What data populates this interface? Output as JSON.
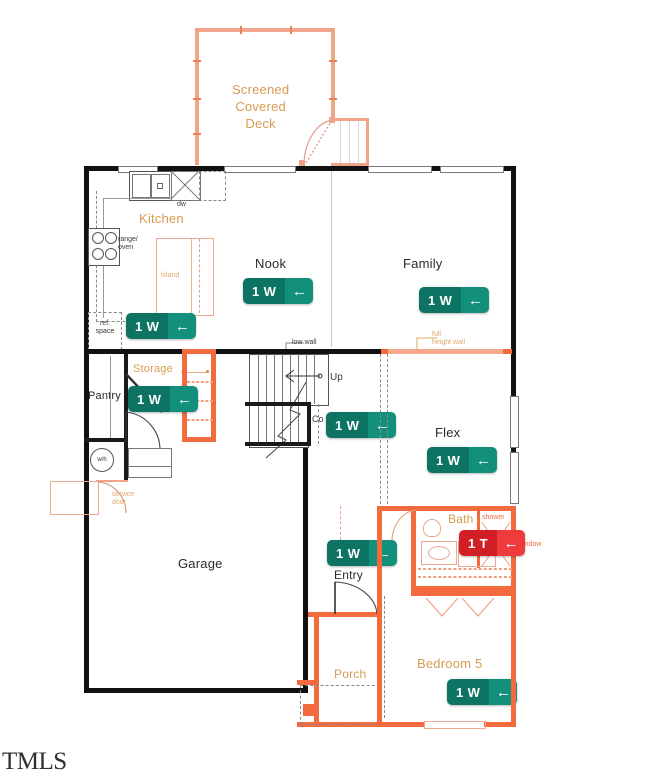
{
  "document": {
    "type": "floor-plan",
    "watermark": "TMLS"
  },
  "rooms": [
    {
      "id": "screened-covered-deck",
      "label_lines": [
        "Screened",
        "Covered",
        "Deck"
      ],
      "label": "Screened Covered Deck",
      "style": "orange"
    },
    {
      "id": "kitchen",
      "label": "Kitchen",
      "style": "orange"
    },
    {
      "id": "nook",
      "label": "Nook",
      "style": "dark"
    },
    {
      "id": "family",
      "label": "Family",
      "style": "dark"
    },
    {
      "id": "flex",
      "label": "Flex",
      "style": "dark"
    },
    {
      "id": "pantry",
      "label": "Pantry",
      "style": "dark"
    },
    {
      "id": "garage",
      "label": "Garage",
      "style": "dark"
    },
    {
      "id": "entry",
      "label": "Entry",
      "style": "dark"
    },
    {
      "id": "porch",
      "label": "Porch",
      "style": "orange"
    },
    {
      "id": "bath",
      "label": "Bath",
      "style": "orange"
    },
    {
      "id": "bedroom5",
      "label": "Bedroom 5",
      "style": "orange"
    },
    {
      "id": "storage",
      "label": "Storage",
      "style": "orange"
    }
  ],
  "annotations": [
    {
      "id": "dw",
      "text": "dw"
    },
    {
      "id": "range-oven",
      "text": "range/\noven",
      "line1": "range/",
      "line2": "oven"
    },
    {
      "id": "ref-space",
      "text": "ref.\nspace",
      "line1": "ref.",
      "line2": "space"
    },
    {
      "id": "island",
      "text": "island"
    },
    {
      "id": "low-wall",
      "text": "low wall"
    },
    {
      "id": "full-height-wall",
      "line1": "full",
      "line2": "height wall"
    },
    {
      "id": "up",
      "text": "Up"
    },
    {
      "id": "coats",
      "text": "Co"
    },
    {
      "id": "water-heater",
      "text": "w/h"
    },
    {
      "id": "service-door",
      "line1": "service",
      "line2": "door"
    },
    {
      "id": "shower",
      "text": "shower"
    },
    {
      "id": "window",
      "text": "window"
    }
  ],
  "badges": [
    {
      "id": "badge-kitchen",
      "room": "Kitchen",
      "text": "1 W",
      "arrow": "←",
      "color": "teal",
      "colors": {
        "text_bg": "#0d7363",
        "arrow_bg": "#12907c"
      }
    },
    {
      "id": "badge-nook",
      "room": "Nook",
      "text": "1 W",
      "arrow": "←",
      "color": "teal",
      "colors": {
        "text_bg": "#0d7363",
        "arrow_bg": "#12907c"
      }
    },
    {
      "id": "badge-family",
      "room": "Family",
      "text": "1 W",
      "arrow": "←",
      "color": "teal",
      "colors": {
        "text_bg": "#0d7363",
        "arrow_bg": "#12907c"
      }
    },
    {
      "id": "badge-storage",
      "room": "Storage",
      "text": "1 W",
      "arrow": "←",
      "color": "teal",
      "colors": {
        "text_bg": "#0d7363",
        "arrow_bg": "#12907c"
      }
    },
    {
      "id": "badge-stairs",
      "room": "Stairs",
      "text": "1 W",
      "arrow": "←",
      "color": "teal",
      "colors": {
        "text_bg": "#0d7363",
        "arrow_bg": "#12907c"
      }
    },
    {
      "id": "badge-flex",
      "room": "Flex",
      "text": "1 W",
      "arrow": "←",
      "color": "teal",
      "colors": {
        "text_bg": "#0d7363",
        "arrow_bg": "#12907c"
      }
    },
    {
      "id": "badge-entry",
      "room": "Entry",
      "text": "1 W",
      "arrow": "←",
      "color": "teal",
      "colors": {
        "text_bg": "#0d7363",
        "arrow_bg": "#12907c"
      }
    },
    {
      "id": "badge-bath",
      "room": "Bath",
      "text": "1 T",
      "arrow": "←",
      "color": "red",
      "colors": {
        "text_bg": "#d21f26",
        "arrow_bg": "#ef3b3b"
      }
    },
    {
      "id": "badge-bedroom5",
      "room": "Bedroom 5",
      "text": "1 W",
      "arrow": "←",
      "color": "teal",
      "colors": {
        "text_bg": "#0d7363",
        "arrow_bg": "#12907c"
      }
    }
  ],
  "palette": {
    "exterior_wall": "#111111",
    "highlight_wall": "#f26a3d",
    "deck_frame": "#f0a58b",
    "label_orange": "#d89a52",
    "label_dark": "#2a2a2a",
    "badge_teal": "#0d7363",
    "badge_red": "#d21f26",
    "background": "#ffffff"
  }
}
